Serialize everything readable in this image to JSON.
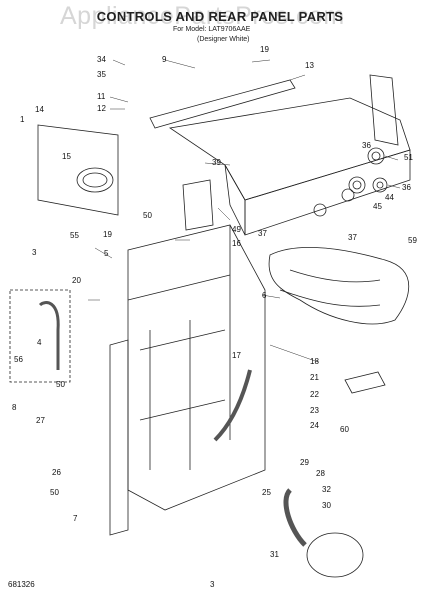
{
  "watermark": "AppliancePartsPros.com",
  "title": "CONTROLS AND REAR PANEL PARTS",
  "subtitle": "For Model: LAT9706AAE",
  "subtitle2": "(Designer White)",
  "footer": {
    "code": "681326",
    "page": "3"
  },
  "callouts": [
    "1",
    "3",
    "4",
    "5",
    "6",
    "7",
    "8",
    "9",
    "11",
    "12",
    "13",
    "14",
    "15",
    "16",
    "17",
    "18",
    "19",
    "19",
    "20",
    "21",
    "22",
    "23",
    "24",
    "25",
    "26",
    "27",
    "28",
    "29",
    "30",
    "31",
    "32",
    "34",
    "35",
    "36",
    "36",
    "37",
    "37",
    "39",
    "44",
    "45",
    "49",
    "50",
    "50",
    "50",
    "51",
    "55",
    "56",
    "59",
    "60"
  ]
}
